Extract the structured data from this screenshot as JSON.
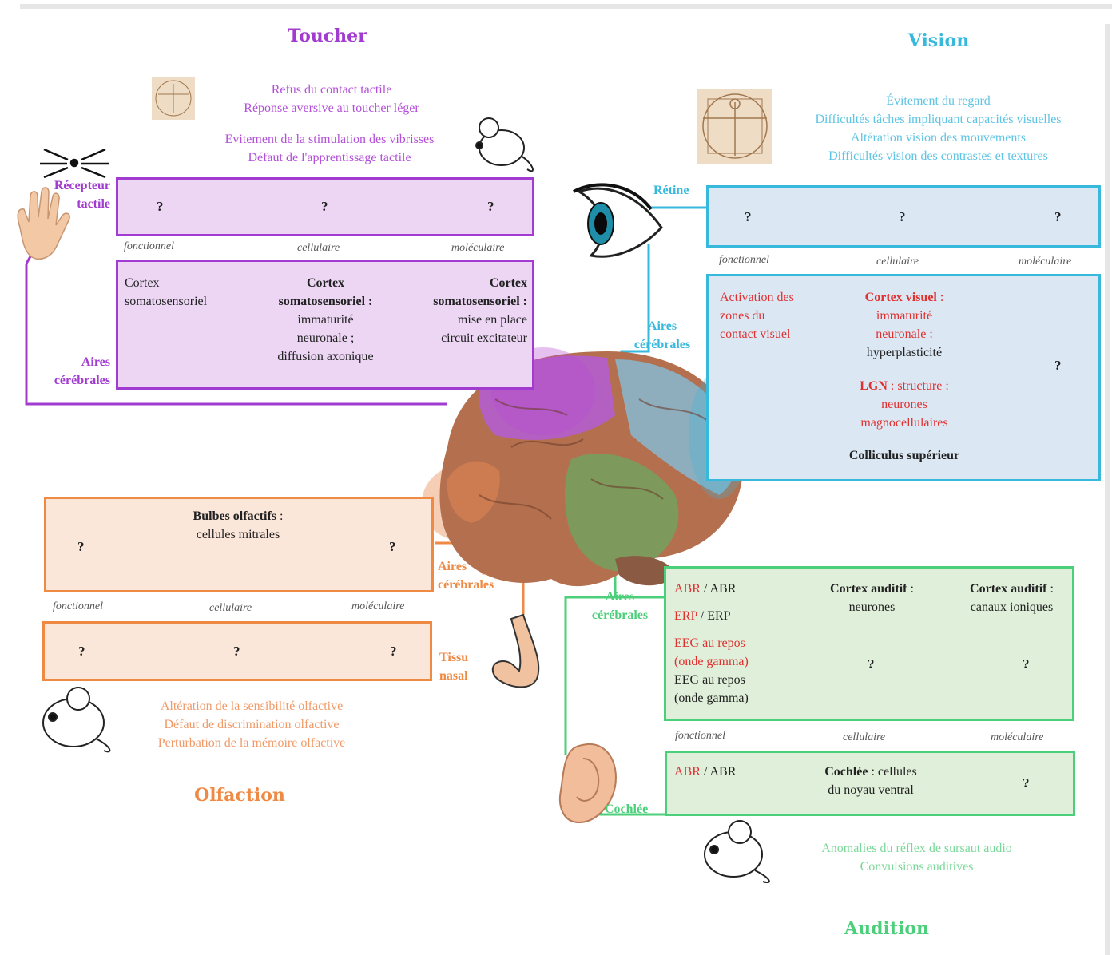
{
  "colors": {
    "touch": "#a23bd0",
    "touch_fill": "#ecd6f4",
    "vision": "#37b8dd",
    "vision_fill": "#dbe8f4",
    "olfaction": "#ee8a44",
    "olfaction_fill": "#fbe6da",
    "audition": "#4ccf7a",
    "audition_fill": "#e0efda",
    "red": "#e03030"
  },
  "levels": {
    "functional": "fonctionnel",
    "cellular": "cellulaire",
    "molecular": "moléculaire"
  },
  "q": "?",
  "touch": {
    "title": "Toucher",
    "symptoms_top": [
      "Refus du contact tactile",
      "Réponse aversive au toucher léger"
    ],
    "symptoms_mouse": [
      "Evitement de la stimulation des vibrisses",
      "Défaut de l'apprentissage tactile"
    ],
    "receptor_label": [
      "Récepteur",
      "tactile"
    ],
    "areas_label": [
      "Aires",
      "cérébrales"
    ],
    "areas": {
      "functional": [
        "Cortex",
        "somatosensoriel"
      ],
      "cellular_bold": [
        "Cortex",
        "somatosensoriel :"
      ],
      "cellular": [
        "immaturité",
        "neuronale ;",
        "diffusion axonique"
      ],
      "molecular_bold": [
        "Cortex",
        "somatosensoriel :"
      ],
      "molecular": [
        "mise en place",
        "circuit excitateur"
      ]
    }
  },
  "vision": {
    "title": "Vision",
    "symptoms": [
      "Évitement du regard",
      "Difficultés tâches impliquant capacités visuelles",
      "Altération vision des mouvements",
      "Difficultés vision des contrastes et textures"
    ],
    "retina_label": "Rétine",
    "areas_label": [
      "Aires",
      "cérébrales"
    ],
    "areas": {
      "functional": [
        "Activation des",
        "zones du",
        "contact visuel"
      ],
      "cortex_bold": "Cortex visuel",
      "cortex_rest": [
        " :",
        "immaturité",
        "neuronale :"
      ],
      "hyper": "hyperplasticité",
      "lgn_bold": "LGN",
      "lgn_rest": [
        " : structure :",
        "neurones",
        "magnocellulaires"
      ],
      "colliculus": "Colliculus supérieur"
    }
  },
  "olfaction": {
    "title": "Olfaction",
    "symptoms": [
      "Altération de la sensibilité olfactive",
      "Défaut de discrimination olfactive",
      "Perturbation de la mémoire olfactive"
    ],
    "areas_label": [
      "Aires",
      "cérébrales"
    ],
    "tissue_label": [
      "Tissu",
      "nasal"
    ],
    "areas": {
      "bulbs_bold": "Bulbes olfactifs",
      "bulbs_colon": " :",
      "bulbs_rest": "cellules mitrales"
    }
  },
  "audition": {
    "title": "Audition",
    "symptoms": [
      "Anomalies du réflex de sursaut audio",
      "Convulsions auditives"
    ],
    "areas_label": [
      "Aires",
      "cérébrales"
    ],
    "cochlea_label": "Cochlée",
    "areas": {
      "abr_red": "ABR",
      "abr_rest": " / ABR",
      "erp_red": "ERP",
      "erp_rest": " / ERP",
      "eeg_red": [
        "EEG au repos",
        "(onde gamma)"
      ],
      "eeg_black": [
        "EEG au repos",
        "(onde gamma)"
      ],
      "cellular_bold": "Cortex auditif",
      "cellular_colon": " :",
      "cellular": "neurones",
      "molecular_bold": "Cortex auditif",
      "molecular_colon": " :",
      "molecular": "canaux ioniques"
    },
    "cochlea": {
      "abr_red": "ABR",
      "abr_rest": " / ABR",
      "cellular_bold": "Cochlée",
      "cellular_rest": " : cellules",
      "cellular_line2": "du noyau ventral"
    }
  }
}
